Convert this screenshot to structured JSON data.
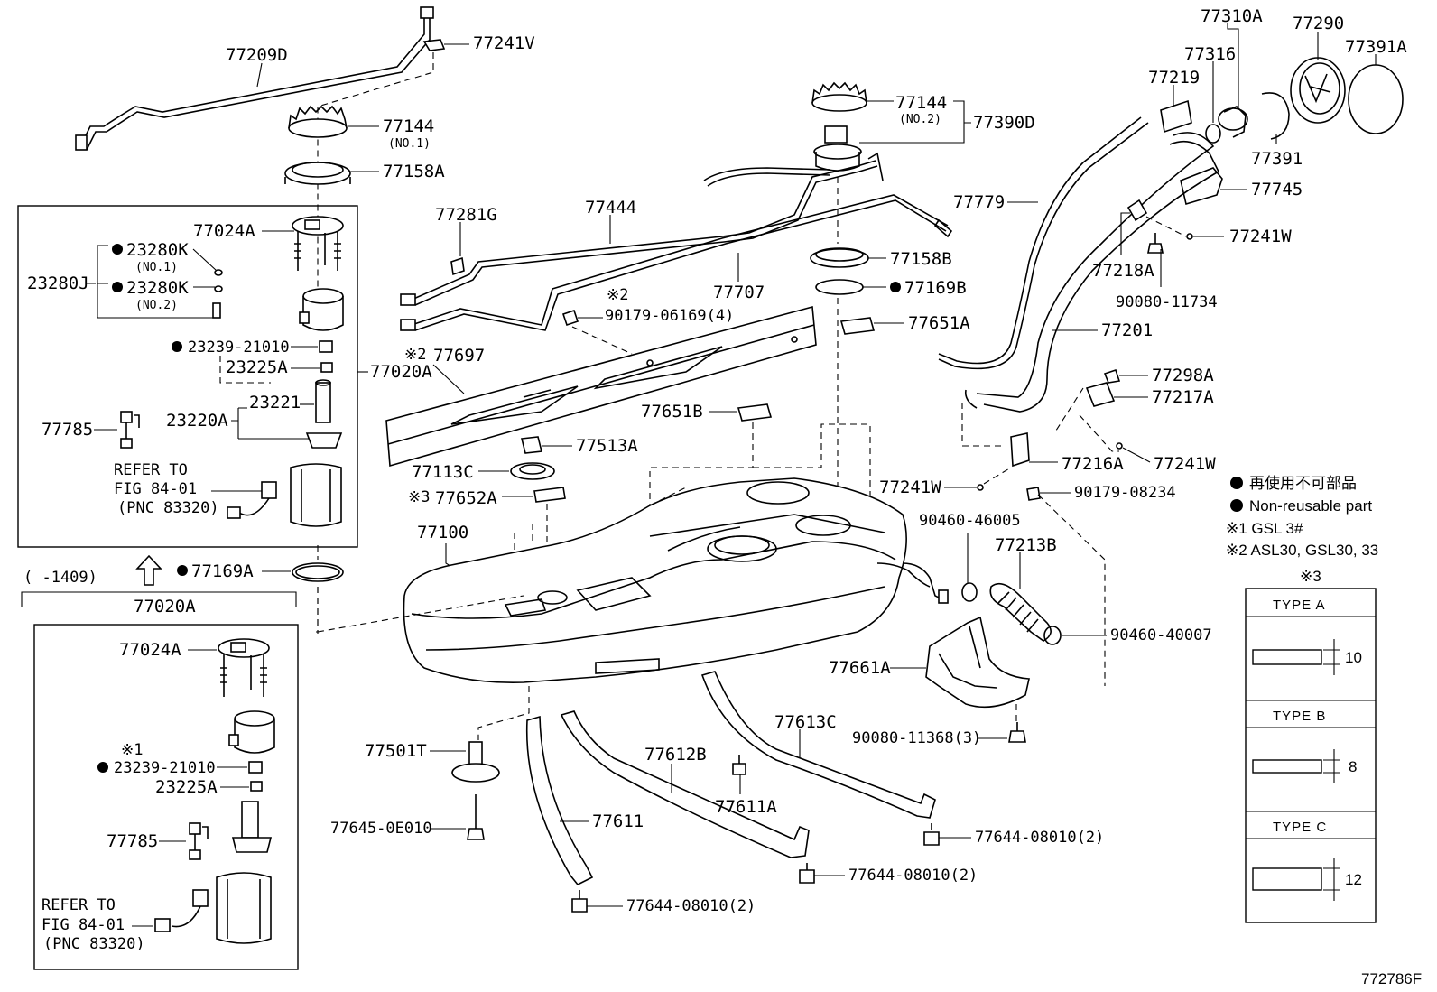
{
  "labels": {
    "p77209D": "77209D",
    "p77241V": "77241V",
    "p77144a": "77144",
    "p77144a_sub": "(NO.1)",
    "p77158A": "77158A",
    "p77024A": "77024A",
    "p23280K1": "23280K",
    "p23280K1_sub": "(NO.1)",
    "p23280J": "23280J",
    "p23280K2": "23280K",
    "p23280K2_sub": "(NO.2)",
    "p23239a": "23239-21010",
    "p23225Aa": "23225A",
    "p77020Aa": "77020A",
    "p23221": "23221",
    "p23220A": "23220A",
    "p77785a": "77785",
    "refer1_l1": "REFER TO",
    "refer1_l2": "FIG 84-01",
    "refer1_l3": "(PNC 83320)",
    "p77169Aa": "77169A",
    "range_note": "(   -1409)",
    "p77020Ab": "77020A",
    "p77024Ab": "77024A",
    "note1_mark": "※1",
    "p23239b": "23239-21010",
    "p23225Ab": "23225A",
    "p77785b": "77785",
    "refer2_l1": "REFER TO",
    "refer2_l2": "FIG 84-01",
    "refer2_l3": "(PNC 83320)",
    "p77281G": "77281G",
    "p77444": "77444",
    "p77707": "77707",
    "p90179_06169": "90179-06169(4)",
    "note2_mark_a": "※2",
    "p77697": "77697",
    "note2_mark_b": "※2",
    "p77144b": "77144",
    "p77144b_sub": "(NO.2)",
    "p77390D": "77390D",
    "p77158B": "77158B",
    "p77169B": "77169B",
    "p77651A": "77651A",
    "p77651B": "77651B",
    "p77513A": "77513A",
    "p77113C": "77113C",
    "p77652A": "77652A",
    "note3_mark_a": "※3",
    "p77100": "77100",
    "p77310A": "77310A",
    "p77290": "77290",
    "p77391A": "77391A",
    "p77316": "77316",
    "p77219": "77219",
    "p77391": "77391",
    "p77745": "77745",
    "p77779": "77779",
    "p77241Wa": "77241W",
    "p77218A": "77218A",
    "p90080_11734": "90080-11734",
    "p77201": "77201",
    "p77298A": "77298A",
    "p77217A": "77217A",
    "p77216A": "77216A",
    "p77241Wb": "77241W",
    "p77241Wc": "77241W",
    "p90179_08234": "90179-08234",
    "p90460_46005": "90460-46005",
    "p77213B": "77213B",
    "p90460_40007": "90460-40007",
    "p77661A": "77661A",
    "p90080_11368": "90080-11368(3)",
    "p77613C": "77613C",
    "p77501T": "77501T",
    "p77612B": "77612B",
    "p77611A": "77611A",
    "p77645": "77645-0E010",
    "p77611": "77611",
    "p77644a": "77644-08010(2)",
    "p77644b": "77644-08010(2)",
    "p77644c": "77644-08010(2)",
    "figure_id": "772786F"
  },
  "legend": {
    "jp": "再使用不可部品",
    "en": "Non-reusable part",
    "n1": "※1  GSL 3#",
    "n2": "※2  ASL30, GSL30, 33"
  },
  "types_table": {
    "mark": "※3",
    "type_a": "TYPE  A",
    "type_a_dim": "10",
    "type_b": "TYPE  B",
    "type_b_dim": "8",
    "type_c": "TYPE  C",
    "type_c_dim": "12"
  },
  "icons": [
    "up-arrow-icon",
    "bullet-dot-icon"
  ],
  "colors": {
    "ink": "#000000",
    "paper": "#ffffff"
  }
}
